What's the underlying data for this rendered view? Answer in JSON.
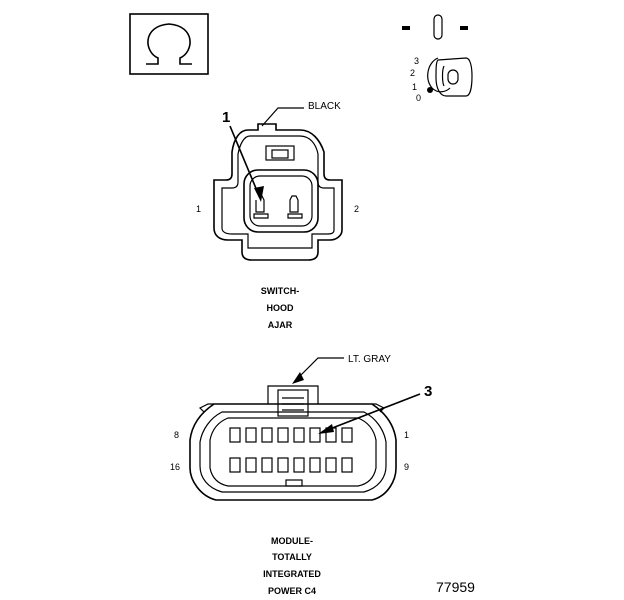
{
  "symbol": {
    "icon": "ohm-icon"
  },
  "ignition": {
    "icon": "ignition-key-icon",
    "positions": [
      "3",
      "2",
      "1",
      "0"
    ]
  },
  "switch_connector": {
    "color_label": "BLACK",
    "callout": "1",
    "pin_left": "1",
    "pin_right": "2",
    "caption": [
      "SWITCH-",
      "HOOD",
      "AJAR"
    ]
  },
  "module_connector": {
    "color_label": "LT. GRAY",
    "callout": "3",
    "pin_top_left": "8",
    "pin_top_right": "1",
    "pin_bottom_left": "16",
    "pin_bottom_right": "9",
    "caption": [
      "MODULE-",
      "TOTALLY",
      "INTEGRATED",
      "POWER C4"
    ]
  },
  "figure_number": "77959"
}
